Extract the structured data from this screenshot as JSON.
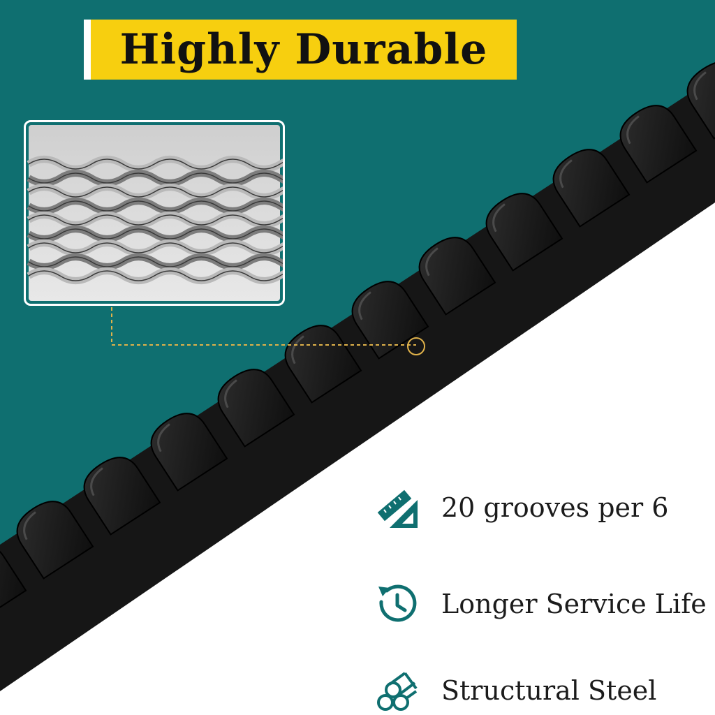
{
  "title": "Highly Durable",
  "colors": {
    "background_teal": "#0f6f70",
    "badge_yellow": "#f7cf0f",
    "belt_black": "#1c1c1c",
    "icon_teal": "#0f6f70",
    "callout_gold": "#e0b24a"
  },
  "features": [
    {
      "icon": "ruler-triangle-icon",
      "label": "20 grooves per 6"
    },
    {
      "icon": "clock-icon",
      "label": "Longer Service Life"
    },
    {
      "icon": "steel-bars-icon",
      "label": "Structural Steel"
    }
  ],
  "inset": {
    "content": "steel-wire-rope-closeup"
  }
}
